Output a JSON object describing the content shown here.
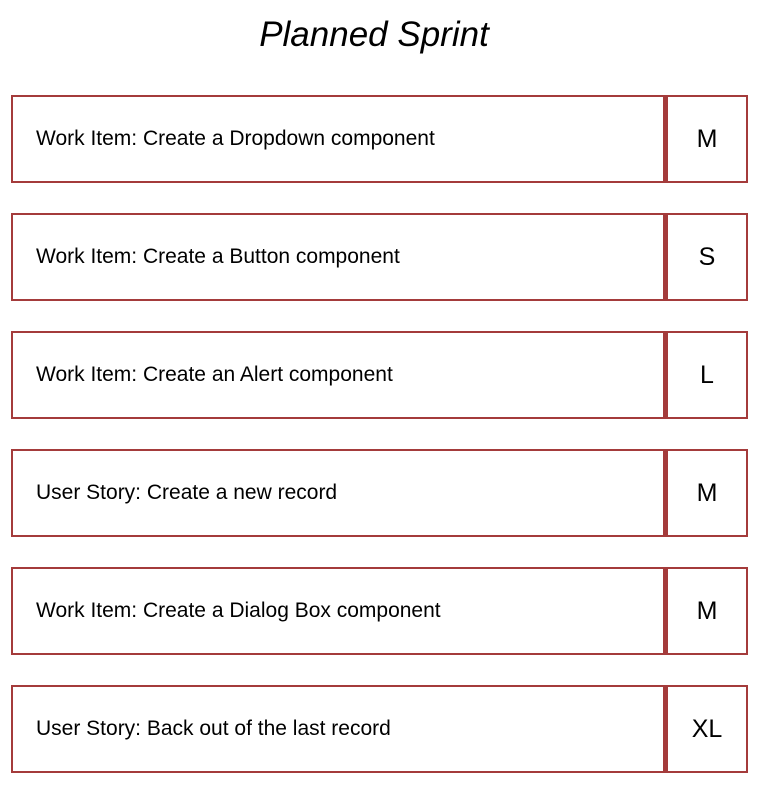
{
  "title": "Planned Sprint",
  "colors": {
    "card_border": "#A43B3B",
    "card_fill": "#FFFFFF",
    "text": "#000000"
  },
  "cards": [
    {
      "label": "Work Item: Create a Dropdown component",
      "size": "M"
    },
    {
      "label": "Work Item: Create a Button component",
      "size": "S"
    },
    {
      "label": "Work Item: Create an Alert component",
      "size": "L"
    },
    {
      "label": "User Story: Create a new record",
      "size": "M"
    },
    {
      "label": "Work Item: Create a Dialog Box component",
      "size": "M"
    },
    {
      "label": "User Story: Back out of the last record",
      "size": "XL"
    }
  ]
}
